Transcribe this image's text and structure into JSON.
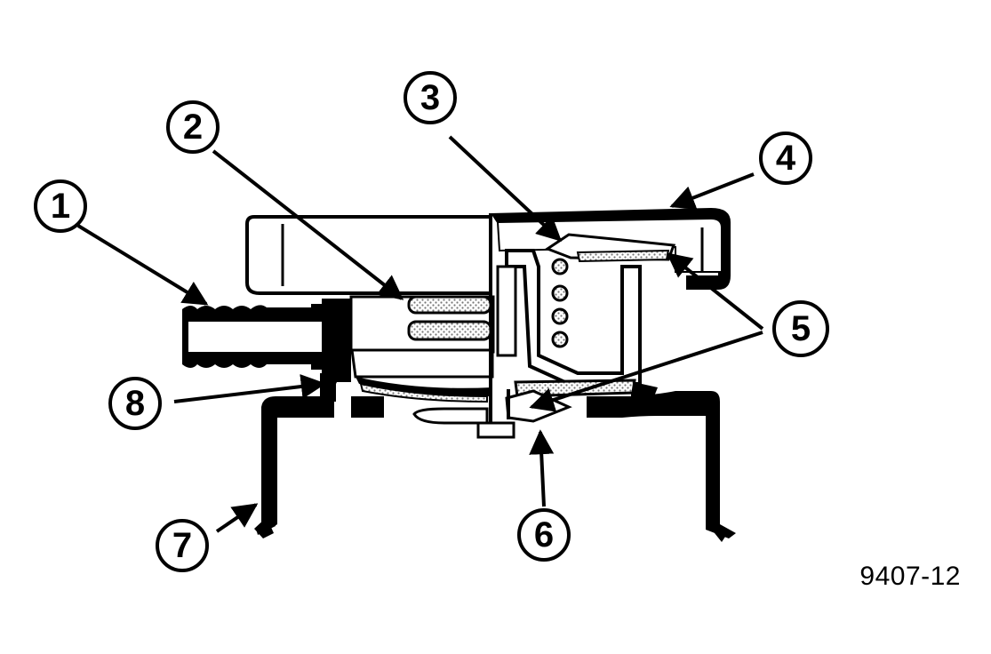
{
  "figure_id": "9407-12",
  "callouts": [
    "1",
    "2",
    "3",
    "4",
    "5",
    "6",
    "7",
    "8"
  ],
  "colors": {
    "ink": "#000000",
    "paper": "#ffffff",
    "stipple": "#9a9a9a"
  }
}
